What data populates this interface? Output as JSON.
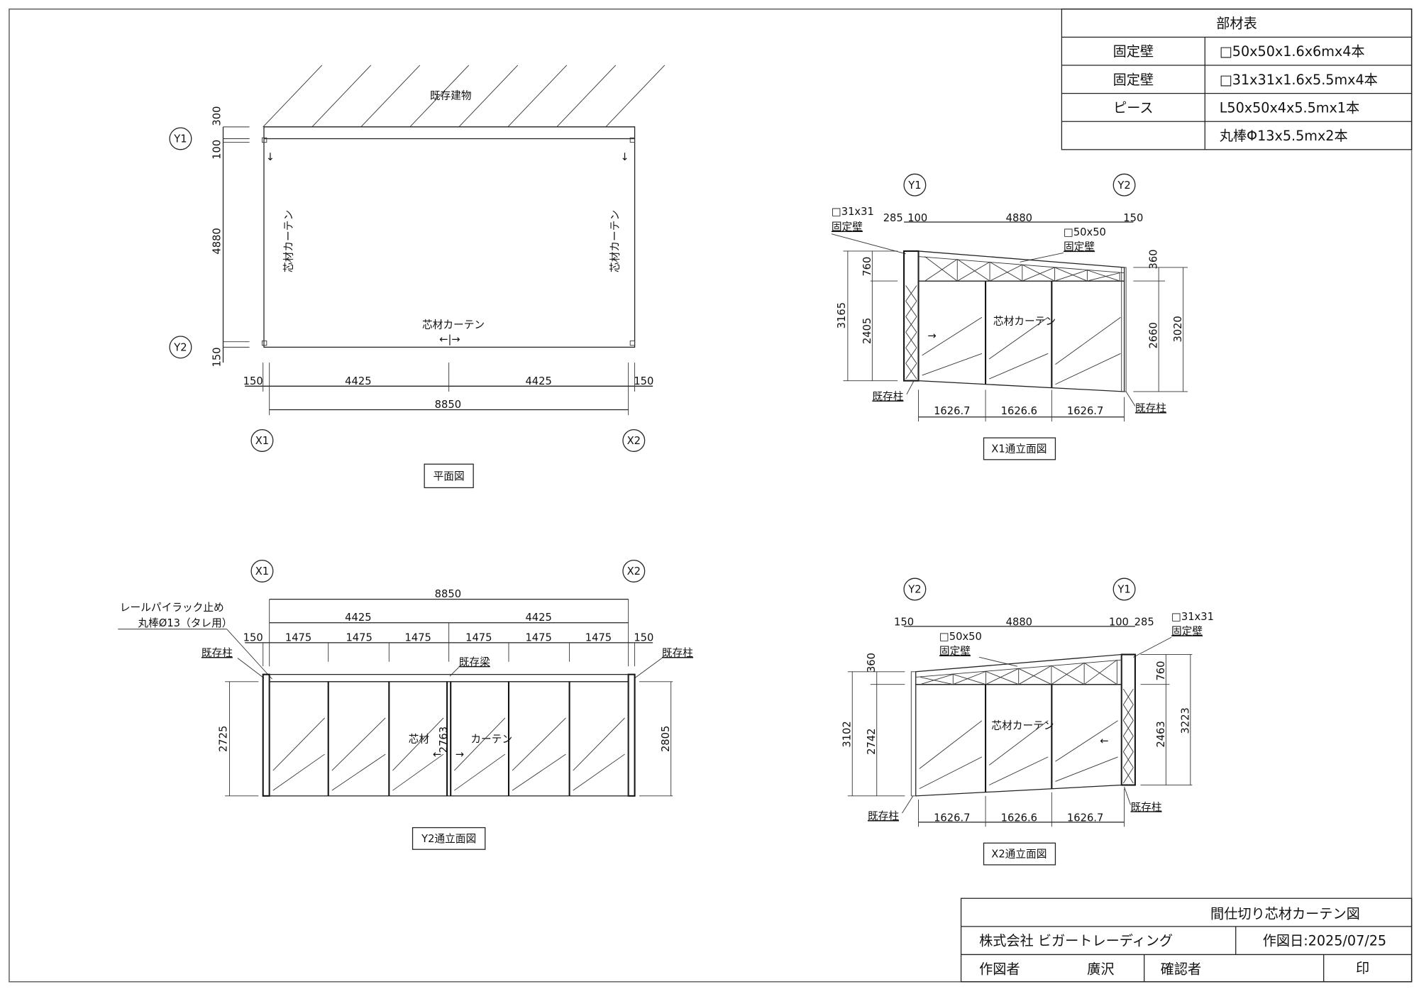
{
  "parts_table": {
    "title": "部材表",
    "rows": [
      {
        "name": "固定壁",
        "spec": "□50x50x1.6x6mx4本"
      },
      {
        "name": "固定壁",
        "spec": "□31x31x1.6x5.5mx4本"
      },
      {
        "name": "ピース",
        "spec": "L50x50x4x5.5mx1本"
      },
      {
        "name": "",
        "spec": "丸棒Φ13x5.5mx2本"
      }
    ]
  },
  "title_block": {
    "drawing_title": "間仕切り芯材カーテン図",
    "company": "株式会社 ビガートレーディング",
    "date": "作図日:2025/07/25",
    "author_label": "作図者",
    "author": "廣沢",
    "checker_label": "確認者",
    "seal": "印"
  },
  "plan": {
    "caption": "平面図",
    "building": "既存建物",
    "grid": {
      "y1": "Y1",
      "y2": "Y2",
      "x1": "X1",
      "x2": "X2"
    },
    "left_dims": [
      "300",
      "100",
      "4880",
      "150"
    ],
    "bottom_dims": [
      "150",
      "4425",
      "4425",
      "150"
    ],
    "total": "8850",
    "curtain": "芯材カーテン",
    "arrows": "←|→",
    "down_arrow": "↓"
  },
  "x1_elev": {
    "caption": "X1通立面図",
    "grid": {
      "left": "Y1",
      "right": "Y2"
    },
    "top_dims": [
      "285",
      "100",
      "4880",
      "150"
    ],
    "wall31_size": "□31x31",
    "wall31_label": "固定壁",
    "wall50_size": "□50x50",
    "wall50_label": "固定壁",
    "left_dims": [
      "3165",
      "760",
      "2405"
    ],
    "right_dims": [
      "360",
      "2660",
      "3020"
    ],
    "bottom_dims": [
      "1626.7",
      "1626.6",
      "1626.7"
    ],
    "column_left": "既存柱",
    "column_right": "既存柱",
    "curtain": "芯材カーテン",
    "arrow": "→"
  },
  "y2_elev": {
    "caption": "Y2通立面図",
    "grid": {
      "left": "X1",
      "right": "X2"
    },
    "total": "8850",
    "halves": [
      "4425",
      "4425"
    ],
    "bays": [
      "150",
      "1475",
      "1475",
      "1475",
      "1475",
      "1475",
      "1475",
      "150"
    ],
    "rail_note_1": "レールパイラック止め",
    "rail_note_2": "丸棒Ø13（タレ用）",
    "column_left": "既存柱",
    "column_right": "既存柱",
    "beam": "既存梁",
    "left_height": "2725",
    "right_height": "2805",
    "mid_height": "2763",
    "curtain_a": "芯材",
    "curtain_b": "カーテン",
    "arrow_l": "←",
    "arrow_r": "→"
  },
  "x2_elev": {
    "caption": "X2通立面図",
    "grid": {
      "left": "Y2",
      "right": "Y1"
    },
    "top_dims": [
      "150",
      "4880",
      "100",
      "285"
    ],
    "wall31_size": "□31x31",
    "wall31_label": "固定壁",
    "wall50_size": "□50x50",
    "wall50_label": "固定壁",
    "left_dims": [
      "360",
      "3102",
      "2742"
    ],
    "right_dims": [
      "760",
      "2463",
      "3223"
    ],
    "bottom_dims": [
      "1626.7",
      "1626.6",
      "1626.7"
    ],
    "column_left": "既存柱",
    "column_right": "既存柱",
    "curtain": "芯材カーテン",
    "arrow": "←"
  }
}
